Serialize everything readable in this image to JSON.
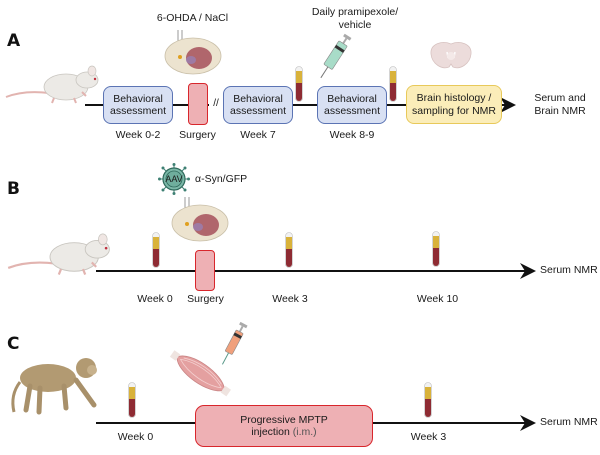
{
  "panels": {
    "a": {
      "letter": "A",
      "treatment_label": "6-OHDA / NaCl",
      "drug_label_line1": "Daily pramipexole/",
      "drug_label_line2": "vehicle",
      "boxes": {
        "behav1_line1": "Behavioral",
        "behav1_line2": "assessment",
        "behav2_line1": "Behavioral",
        "behav2_line2": "assessment",
        "behav3_line1": "Behavioral",
        "behav3_line2": "assessment",
        "histology_line1": "Brain histology /",
        "histology_line2": "sampling for NMR"
      },
      "timepoints": [
        "Week 0-2",
        "Surgery",
        "Week 7",
        "Week 8-9"
      ],
      "break_mark": "//",
      "outcome_line1": "Serum and",
      "outcome_line2": "Brain NMR"
    },
    "b": {
      "letter": "B",
      "vector_badge": "AAV",
      "vector_label": "α-Syn/GFP",
      "timepoints": [
        "Week 0",
        "Surgery",
        "Week 3",
        "Week 10"
      ],
      "outcome": "Serum NMR"
    },
    "c": {
      "letter": "C",
      "box_line1": "Progressive MPTP",
      "box_line2_main": "injection",
      "box_line2_note": "(i.m.)",
      "timepoints": [
        "Week 0",
        "Week 3"
      ],
      "outcome": "Serum NMR"
    }
  },
  "colors": {
    "blue_box": "#d8e0f3",
    "yellow_box": "#fbedb9",
    "red_box": "#eeb0b4",
    "red_border": "#d8262c",
    "serum": "#d9b23a",
    "blood": "#8e2b33"
  }
}
